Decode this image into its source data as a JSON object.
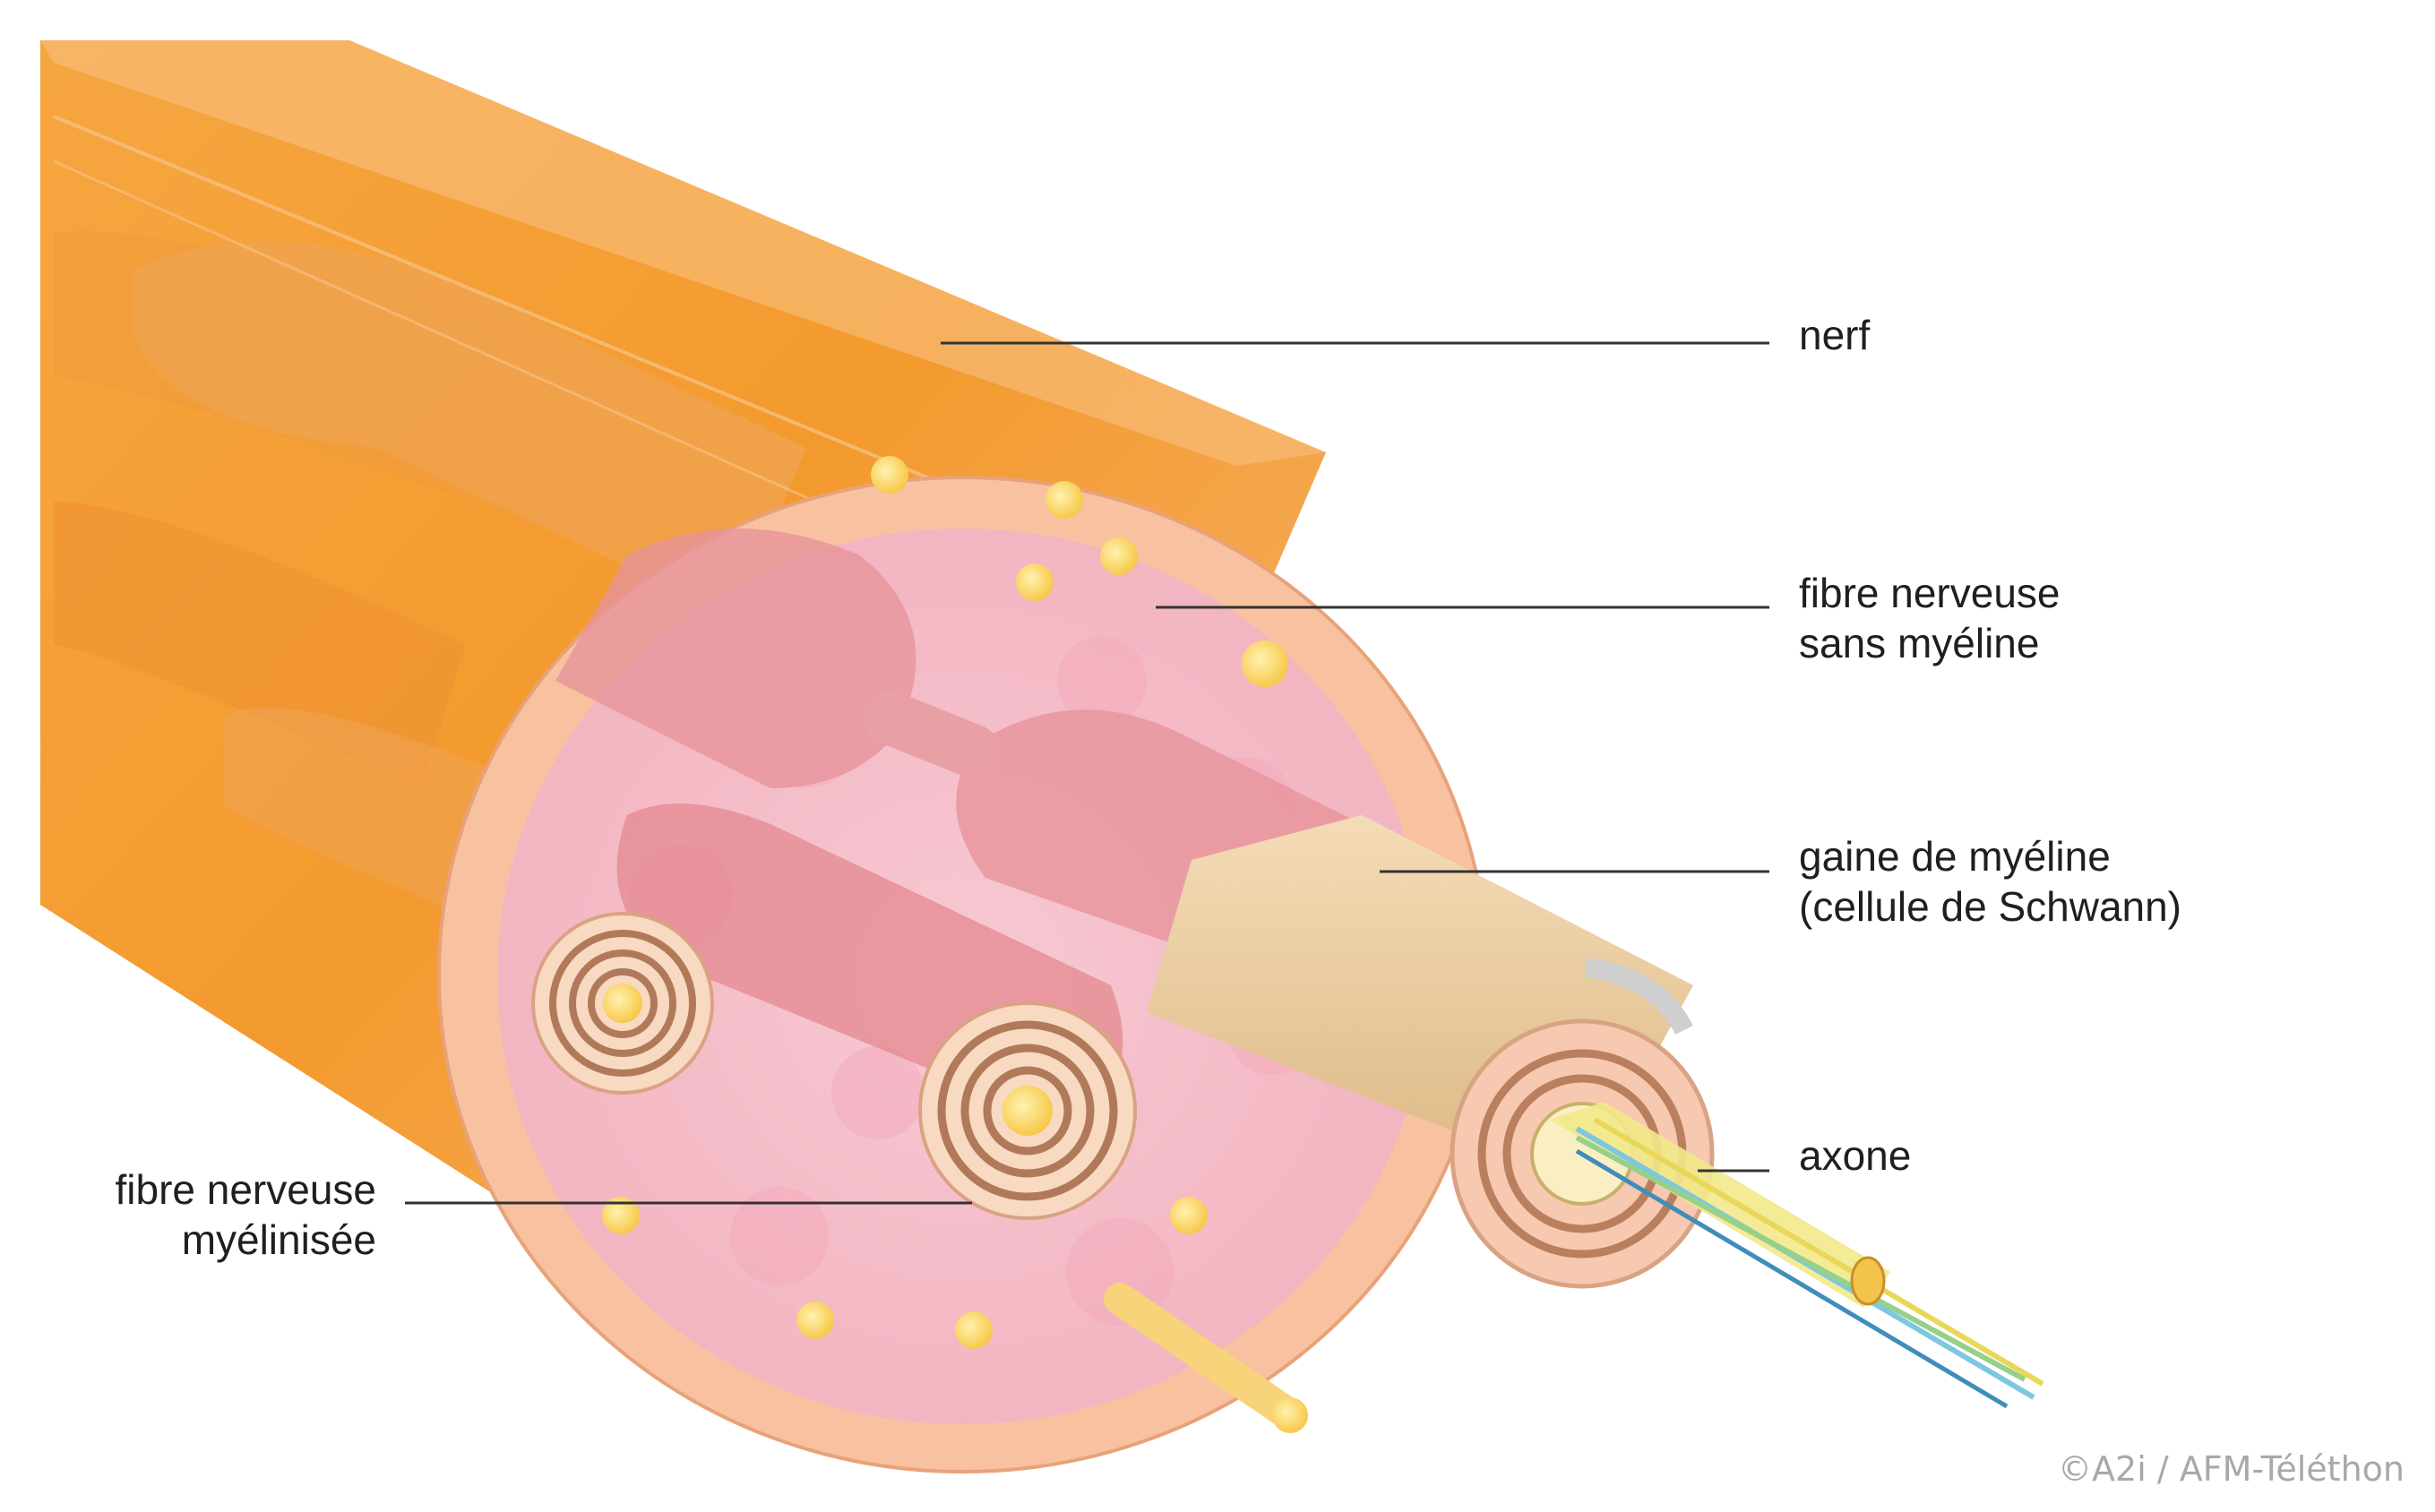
{
  "labels": {
    "nerve": "nerf",
    "unmyelinated_line1": "fibre nerveuse",
    "unmyelinated_line2": "sans myéline",
    "myelin_line1": "gaine de myéline",
    "myelin_line2": "(cellule de Schwann)",
    "axon": "axone",
    "myelinated_line1": "fibre nerveuse",
    "myelinated_line2": "myélinisée"
  },
  "credit": "©A2i / AFM-Téléthon",
  "colors": {
    "nerve_outer": "#f7b26a",
    "nerve_dark": "#f08a1e",
    "cross_section": "#f6c4cf",
    "fascicle": "#e89a9a",
    "myelin_sheath": "#f1d2a8",
    "fiber_dot": "#fde07a",
    "leader_line": "#333333"
  }
}
